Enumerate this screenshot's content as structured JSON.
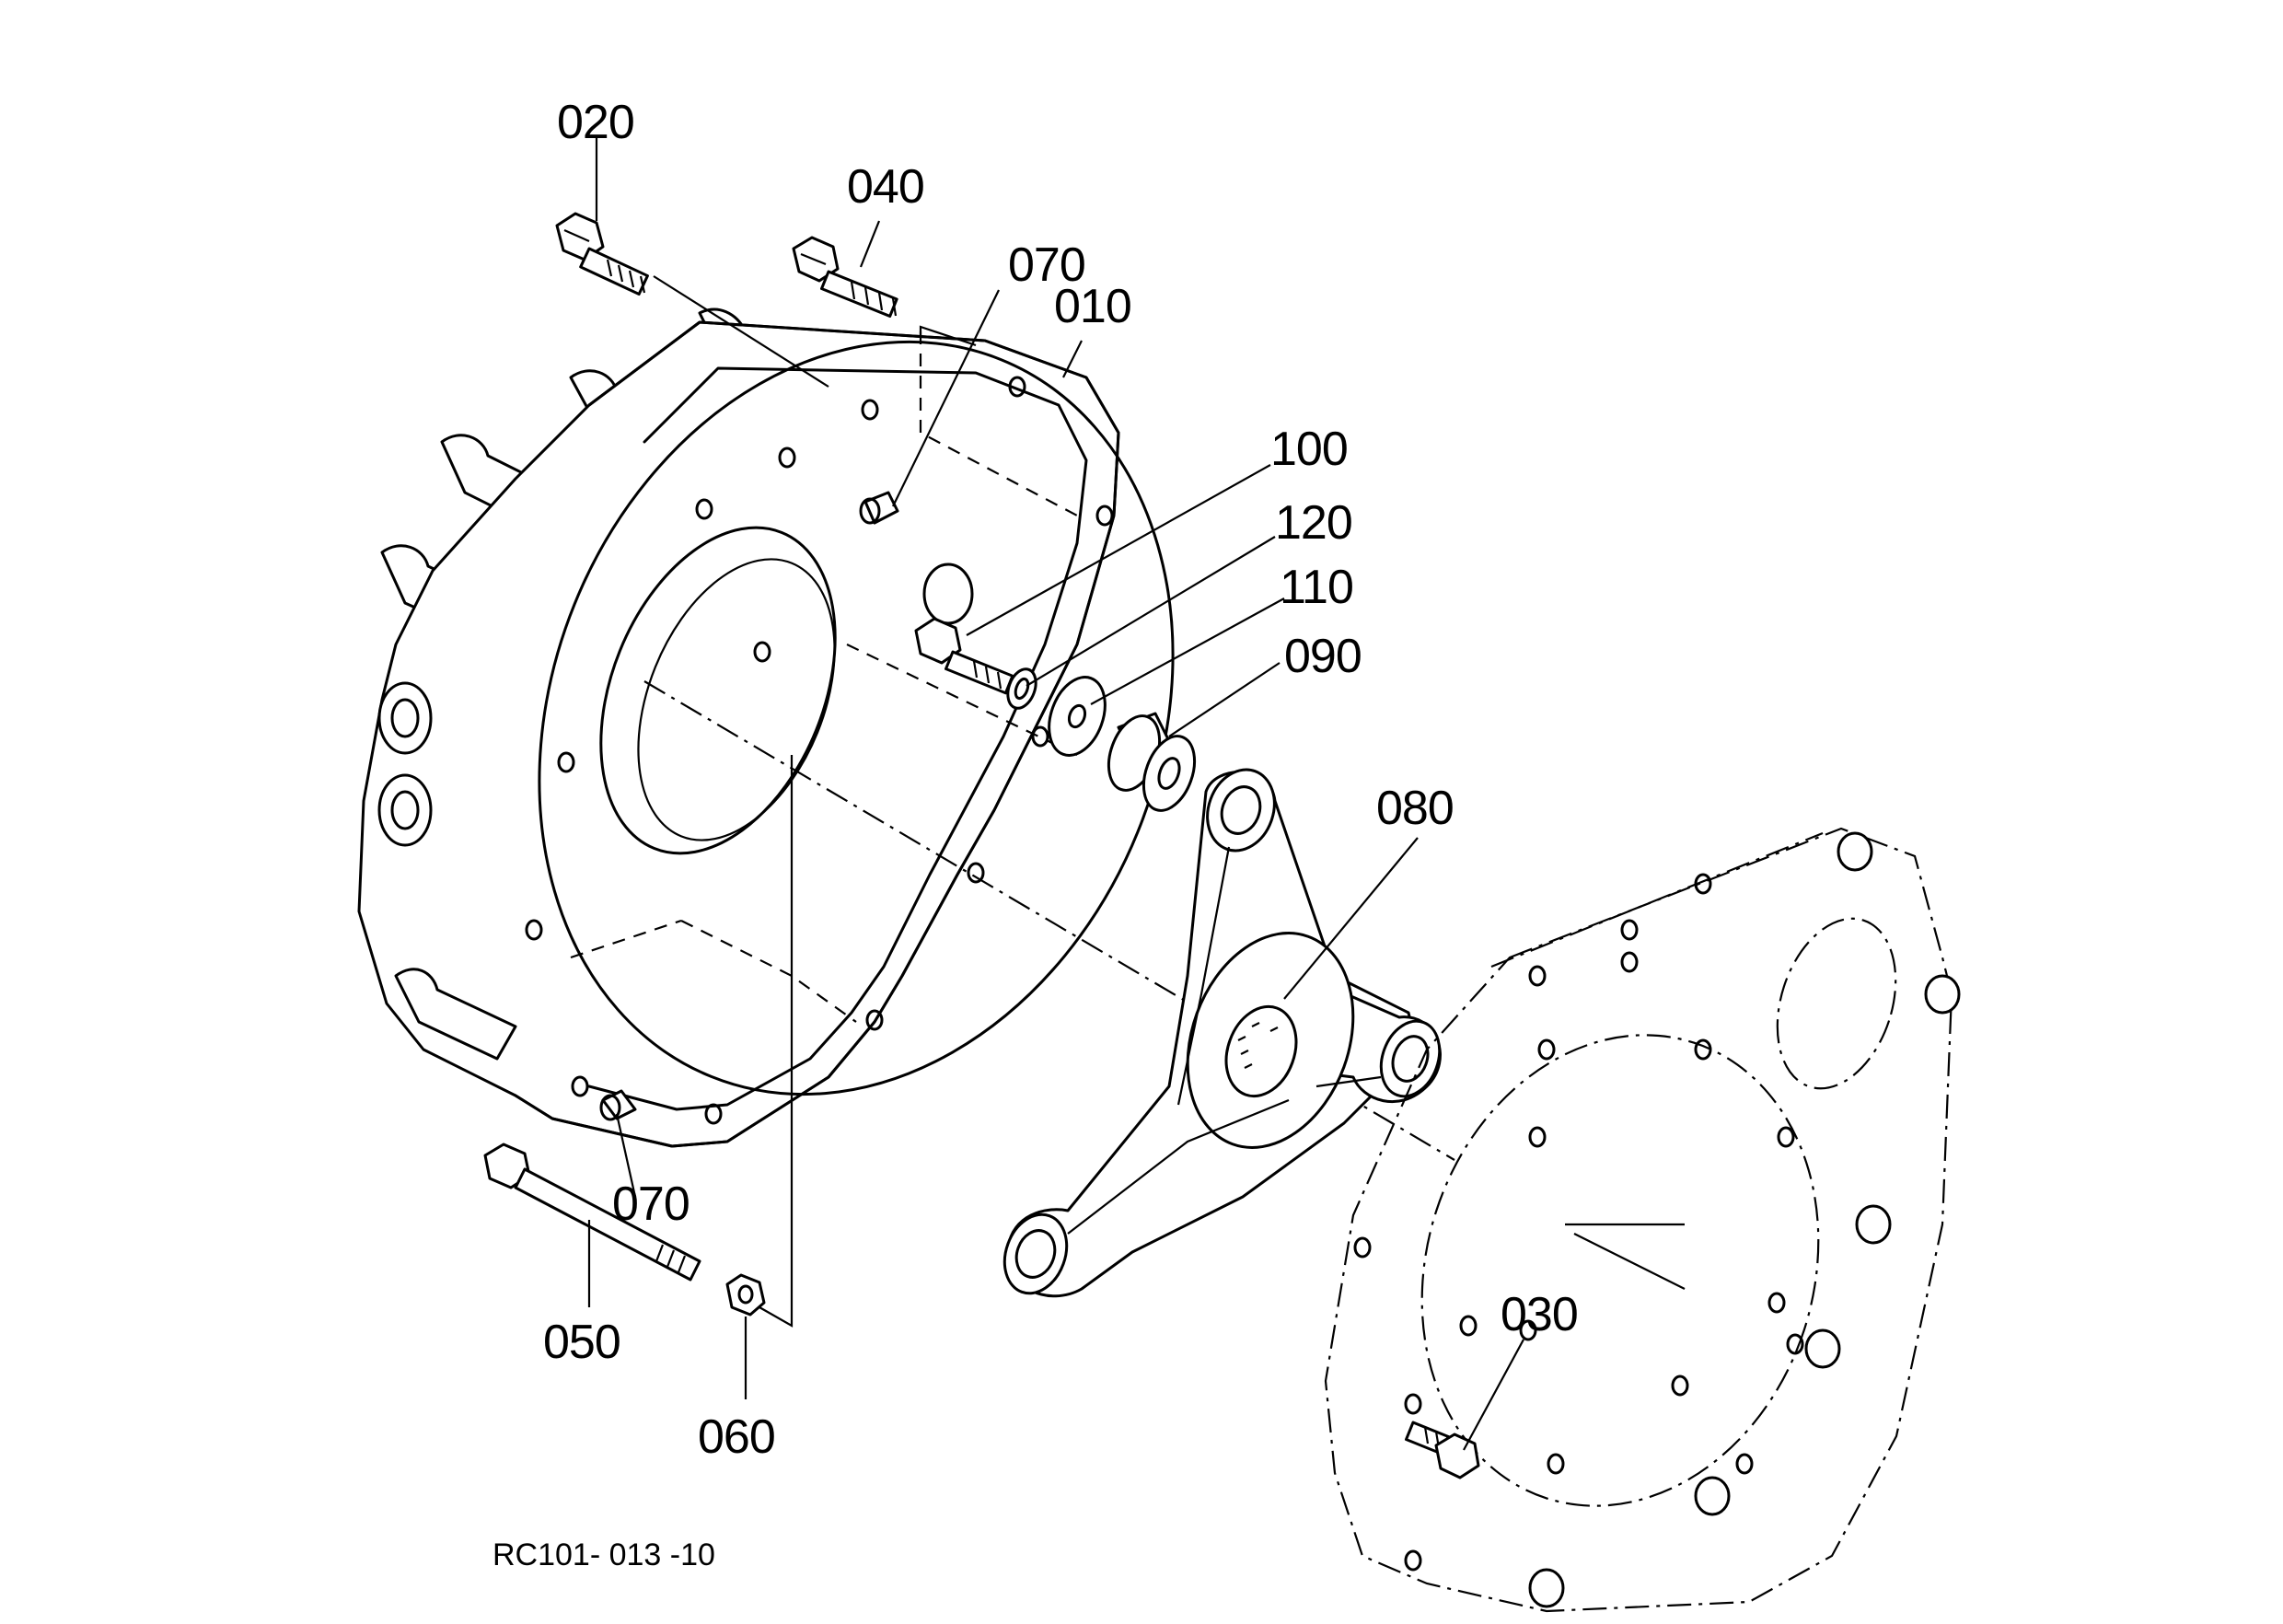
{
  "diagram": {
    "drawing_code": "RC101- 013 -10",
    "callouts": [
      {
        "id": "020",
        "label": "020"
      },
      {
        "id": "040",
        "label": "040"
      },
      {
        "id": "070a",
        "label": "070"
      },
      {
        "id": "010",
        "label": "010"
      },
      {
        "id": "100",
        "label": "100"
      },
      {
        "id": "120",
        "label": "120"
      },
      {
        "id": "110",
        "label": "110"
      },
      {
        "id": "090",
        "label": "090"
      },
      {
        "id": "080",
        "label": "080"
      },
      {
        "id": "070b",
        "label": "070"
      },
      {
        "id": "050",
        "label": "050"
      },
      {
        "id": "060",
        "label": "060"
      },
      {
        "id": "030",
        "label": "030"
      }
    ]
  }
}
